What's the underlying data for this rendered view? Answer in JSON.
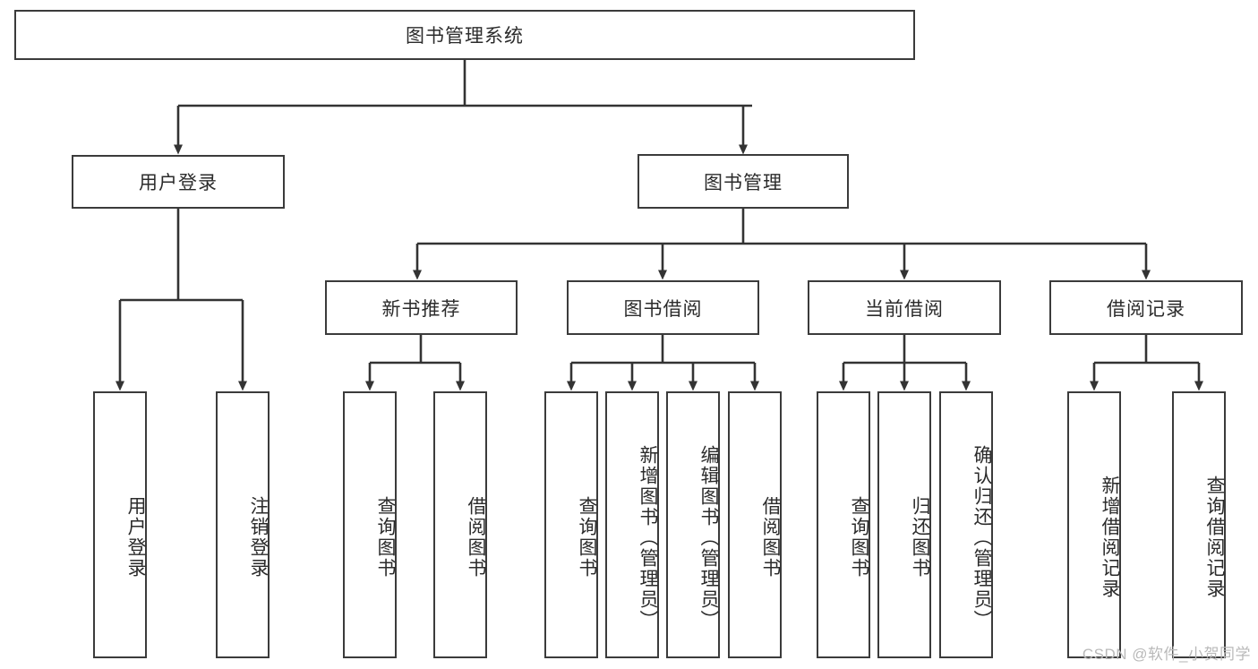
{
  "diagram": {
    "title": "图书管理系统",
    "type": "tree",
    "watermark": "CSDN @软件_小贺同学",
    "colors": {
      "border": "#3b3b3b",
      "text": "#2b2b2b",
      "background": "#ffffff",
      "connector": "#333333",
      "watermark": "#b9b9b9"
    },
    "root": {
      "label": "图书管理系统"
    },
    "level1": [
      {
        "label": "用户登录"
      },
      {
        "label": "图书管理"
      }
    ],
    "level2": [
      {
        "label": "新书推荐",
        "parent": "图书管理"
      },
      {
        "label": "图书借阅",
        "parent": "图书管理"
      },
      {
        "label": "当前借阅",
        "parent": "图书管理"
      },
      {
        "label": "借阅记录",
        "parent": "图书管理"
      }
    ],
    "leaves": {
      "user_login": [
        {
          "label": "用户登录"
        },
        {
          "label": "注销登录"
        }
      ],
      "new_book_recommend": [
        {
          "label": "查询图书"
        },
        {
          "label": "借阅图书"
        }
      ],
      "book_borrow": [
        {
          "label": "查询图书"
        },
        {
          "label": "新增图书（管理员）"
        },
        {
          "label": "编辑图书（管理员）"
        },
        {
          "label": "借阅图书"
        }
      ],
      "current_borrow": [
        {
          "label": "查询图书"
        },
        {
          "label": "归还图书"
        },
        {
          "label": "确认归还（管理员）"
        }
      ],
      "borrow_record": [
        {
          "label": "新增借阅记录"
        },
        {
          "label": "查询借阅记录"
        }
      ]
    }
  }
}
